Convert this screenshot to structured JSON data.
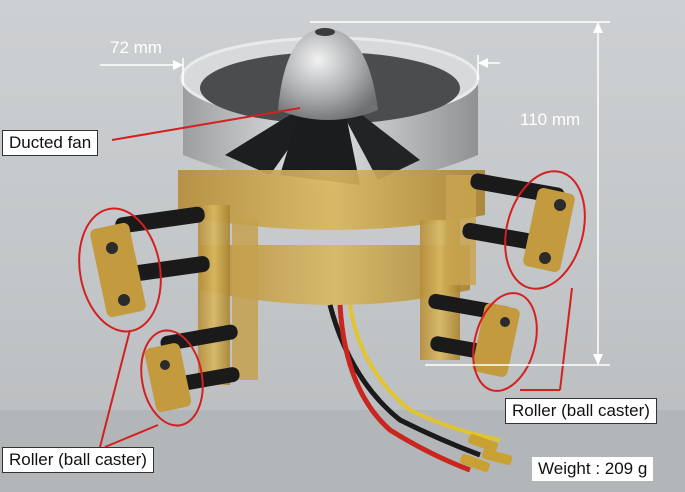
{
  "labels": {
    "ducted_fan": "Ducted fan",
    "roller_right": "Roller (ball caster)",
    "roller_left": "Roller (ball caster)",
    "weight": "Weight : 209 g"
  },
  "dimensions": {
    "width": "72 mm",
    "height": "110 mm"
  },
  "colors": {
    "annotation_red": "#d42020",
    "dimension_white": "#ffffff",
    "wood_frame": "#c8a24a",
    "black_standoff": "#1a1a1a"
  }
}
